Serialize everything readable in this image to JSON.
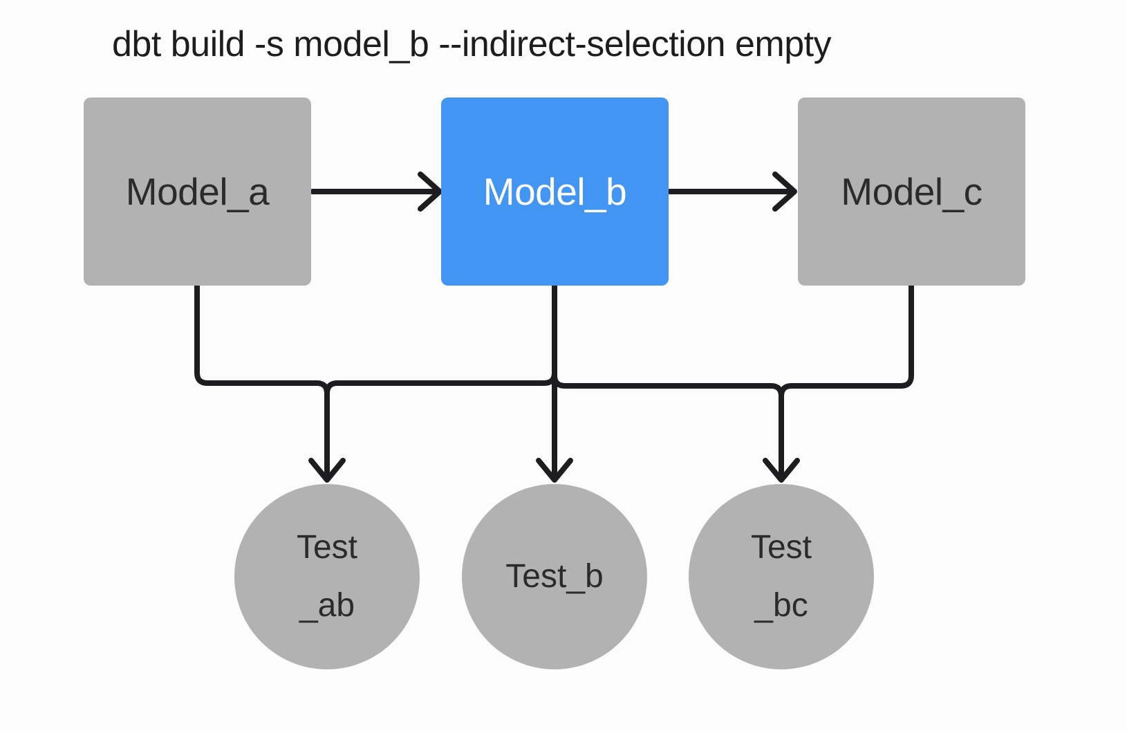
{
  "title": "dbt build -s model_b --indirect-selection empty",
  "colors": {
    "background": "#fcfcfc",
    "node_gray": "#b2b2b2",
    "node_selected_blue": "#4295f2",
    "edge_black": "#1d1d1f",
    "title_text": "#1d1d1f",
    "node_text_dark": "#2b2b2b",
    "node_text_light": "#ffffff"
  },
  "nodes": {
    "models": [
      {
        "id": "model_a",
        "label": "Model_a",
        "selected": false
      },
      {
        "id": "model_b",
        "label": "Model_b",
        "selected": true
      },
      {
        "id": "model_c",
        "label": "Model_c",
        "selected": false
      }
    ],
    "tests": [
      {
        "id": "test_ab",
        "lines": [
          "Test",
          "_ab"
        ]
      },
      {
        "id": "test_b",
        "lines": [
          "Test_b"
        ]
      },
      {
        "id": "test_bc",
        "lines": [
          "Test",
          "_bc"
        ]
      }
    ]
  },
  "edges": [
    {
      "from": "model_a",
      "to": "model_b"
    },
    {
      "from": "model_b",
      "to": "model_c"
    },
    {
      "from": "model_a",
      "to": "test_ab"
    },
    {
      "from": "model_b",
      "to": "test_ab"
    },
    {
      "from": "model_b",
      "to": "test_b"
    },
    {
      "from": "model_b",
      "to": "test_bc"
    },
    {
      "from": "model_c",
      "to": "test_bc"
    }
  ]
}
